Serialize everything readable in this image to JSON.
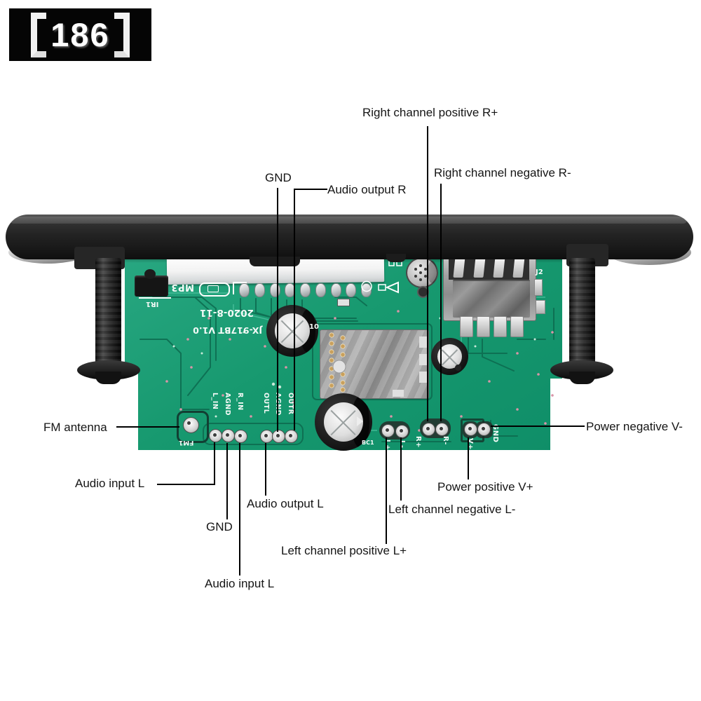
{
  "badge": {
    "text": "【186】",
    "number": "186"
  },
  "callouts": {
    "right_channel_positive": "Right channel positive R+",
    "right_channel_negative": "Right channel negative R-",
    "gnd_top": "GND",
    "audio_output_r": "Audio output R",
    "fm_antenna": "FM antenna",
    "audio_input_l_top": "Audio input L",
    "gnd_bottom": "GND",
    "audio_input_l_bottom": "Audio input L",
    "audio_output_l": "Audio output L",
    "left_channel_positive": "Left channel positive L+",
    "left_channel_negative": "Left channel negative L-",
    "power_positive": "Power positive V+",
    "power_negative": "Power negative V-"
  },
  "board_silk": {
    "model": "JX-917BT V1.0",
    "date": "2020-8-11",
    "mp3": "MP3",
    "j2": "J2",
    "ir1": "IR1",
    "fm1": "FM1",
    "cap_value": "10",
    "cap_ref": "BC1",
    "pad_labels": [
      "L_IN",
      "AGND",
      "R_IN",
      "OUTL",
      "AGND",
      "OUTR"
    ],
    "power_pad_labels": [
      "L+",
      "L-",
      "R+",
      "R-",
      "V+",
      "GND"
    ]
  },
  "colors": {
    "pcb_green": "#17996f",
    "trace_dark": "#0d6a4f",
    "bezel_black": "#1a1a1a",
    "silk_white": "#f4faf7",
    "label_text": "#151515",
    "background": "#ffffff"
  }
}
